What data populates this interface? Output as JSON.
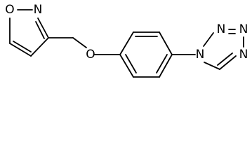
{
  "molecule": {
    "atoms": {
      "isoxazole_O": "O",
      "isoxazole_N": "N",
      "ether_O": "O",
      "tetrazole_N1": "N",
      "tetrazole_N2": "N",
      "tetrazole_N3": "N",
      "tetrazole_N4": "N"
    },
    "colors": {
      "bond": "#000000",
      "background": "#ffffff"
    }
  }
}
